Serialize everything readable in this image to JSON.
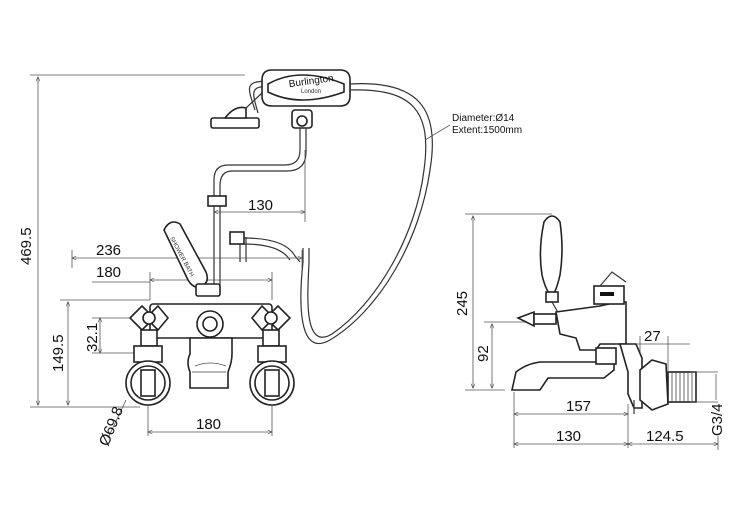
{
  "brand": {
    "name": "Burlington",
    "sub": "London"
  },
  "handle_text": "SHOWER BATH",
  "hose_note": {
    "diameter": "Diameter:Ø14",
    "extent": "Extent:1500mm"
  },
  "front_view": {
    "height_total": "469.5",
    "width_236": "236",
    "width_180_top": "180",
    "offset_130": "130",
    "height_149_5": "149.5",
    "height_32_1": "32.1",
    "width_180_bottom": "180",
    "flange_diameter": "Ø69.8"
  },
  "side_view": {
    "height_245": "245",
    "height_92": "92",
    "depth_27": "27",
    "reach_157": "157",
    "reach_130": "130",
    "reach_124_5": "124.5",
    "thread": "G3/4"
  }
}
